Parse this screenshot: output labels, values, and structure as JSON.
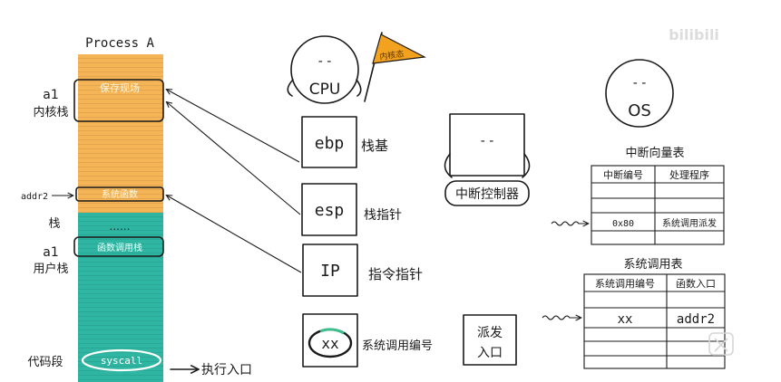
{
  "process": {
    "title": "Process A",
    "kernel_region": "保存现场",
    "switch_region": "系统函数",
    "dots": "......",
    "user_region": "函数调用栈",
    "syscall": "syscall"
  },
  "left_labels": {
    "a1_kernel": "a1",
    "kernel_stack": "内核栈",
    "addr2": "addr2",
    "stack": "栈",
    "a1_user": "a1",
    "user_stack": "用户栈",
    "code_seg": "代码段",
    "exec_entry": "执行入口"
  },
  "cpu": {
    "face": "- -",
    "label": "CPU",
    "flag": "内核态"
  },
  "registers": [
    {
      "name": "ebp",
      "desc": "栈基"
    },
    {
      "name": "esp",
      "desc": "栈指针"
    },
    {
      "name": "IP",
      "desc": "指令指针"
    },
    {
      "name": "xx",
      "desc": "系统调用编号"
    }
  ],
  "dispatch": {
    "line1": "派发",
    "line2": "入口"
  },
  "interrupt_controller": {
    "face": "- -",
    "label": "中断控制器"
  },
  "os": {
    "face": "- -",
    "label": "OS"
  },
  "ivt": {
    "title": "中断向量表",
    "headers": [
      "中断编号",
      "处理程序"
    ],
    "rows": [
      [
        "",
        ""
      ],
      [
        "",
        ""
      ],
      [
        "0x80",
        "系统调用派发"
      ],
      [
        "",
        ""
      ]
    ]
  },
  "syscall_table": {
    "title": "系统调用表",
    "headers": [
      "系统调用编号",
      "函数入口"
    ],
    "rows": [
      [
        "xx",
        "addr2"
      ],
      [
        "",
        ""
      ],
      [
        "",
        ""
      ]
    ]
  },
  "watermark": "bilibili",
  "colors": {
    "kernel": "#f5b556",
    "user": "#2fb6a3",
    "orange_flag": "#f2a21e",
    "accent_circle": "#3dbd8c"
  }
}
